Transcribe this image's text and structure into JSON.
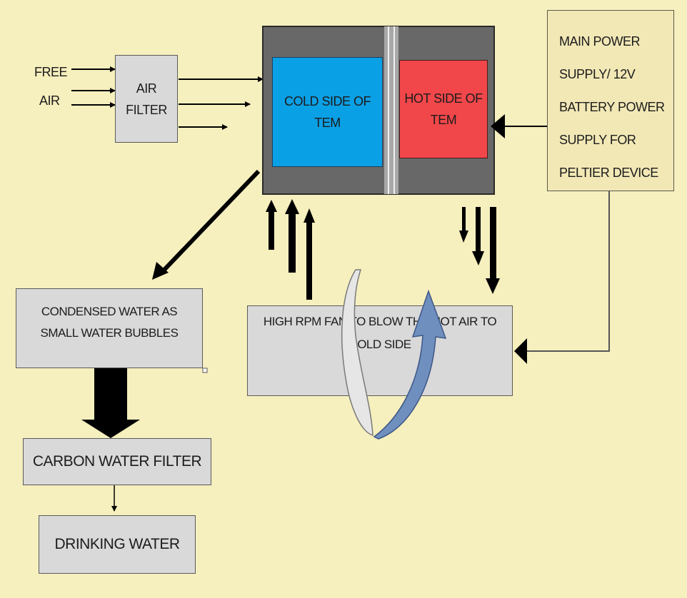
{
  "inputs": {
    "free": "FREE",
    "air": "AIR"
  },
  "air_filter": {
    "line1": "AIR",
    "line2": "FILTER"
  },
  "tem": {
    "cold_line1": "COLD SIDE OF",
    "cold_line2": "TEM",
    "hot_line1": "HOT SIDE OF",
    "hot_line2": "TEM"
  },
  "power": {
    "line1": "MAIN POWER",
    "line2": "SUPPLY/ 12V",
    "line3": "BATTERY POWER",
    "line4": "SUPPLY FOR",
    "line5": "PELTIER DEVICE"
  },
  "condensed": {
    "line1": "CONDENSED  WATER AS",
    "line2": "SMALL WATER BUBBLES"
  },
  "fan": {
    "line1": "HIGH RPM FAN TO BLOW THE HOT AIR TO",
    "line2": "COLD SIDE"
  },
  "carbon_filter": {
    "label": "CARBON WATER FILTER"
  },
  "drinking": {
    "label": "DRINKING WATER"
  },
  "colors": {
    "background": "#f6efbe",
    "cold": "#0aa0e6",
    "hot": "#f2474a",
    "module": "#686868",
    "box": "#d9d9d9",
    "power_box": "#f2e8b6",
    "curl": "#6f8fbf"
  }
}
